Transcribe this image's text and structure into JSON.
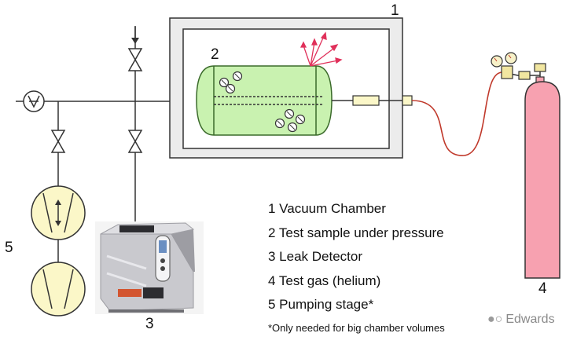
{
  "callouts": {
    "n1": "1",
    "n2": "2",
    "n3": "3",
    "n4": "4",
    "n5": "5"
  },
  "legend": {
    "items": [
      "1 Vacuum Chamber",
      "2 Test sample under pressure",
      "3 Leak Detector",
      "4 Test gas (helium)",
      "5 Pumping stage*"
    ],
    "note": "*Only needed for big chamber volumes"
  },
  "watermark": {
    "text": "Edwards"
  },
  "colors": {
    "line": "#333333",
    "chamber_fill": "#f3f3f3",
    "sample_fill": "#c9f2b0",
    "sample_stroke": "#3a6a2a",
    "helium_leak": "#e0305a",
    "hose": "#c0392b",
    "cylinder_fill": "#f7a1b0",
    "pump_fill": "#fbf7c8",
    "detector_body": "#cfcfd3"
  },
  "icons": {
    "pressure_gauge": "gauge-icon",
    "valve": "valve-icon",
    "pump": "pump-icon",
    "regulator": "regulator-icon"
  }
}
